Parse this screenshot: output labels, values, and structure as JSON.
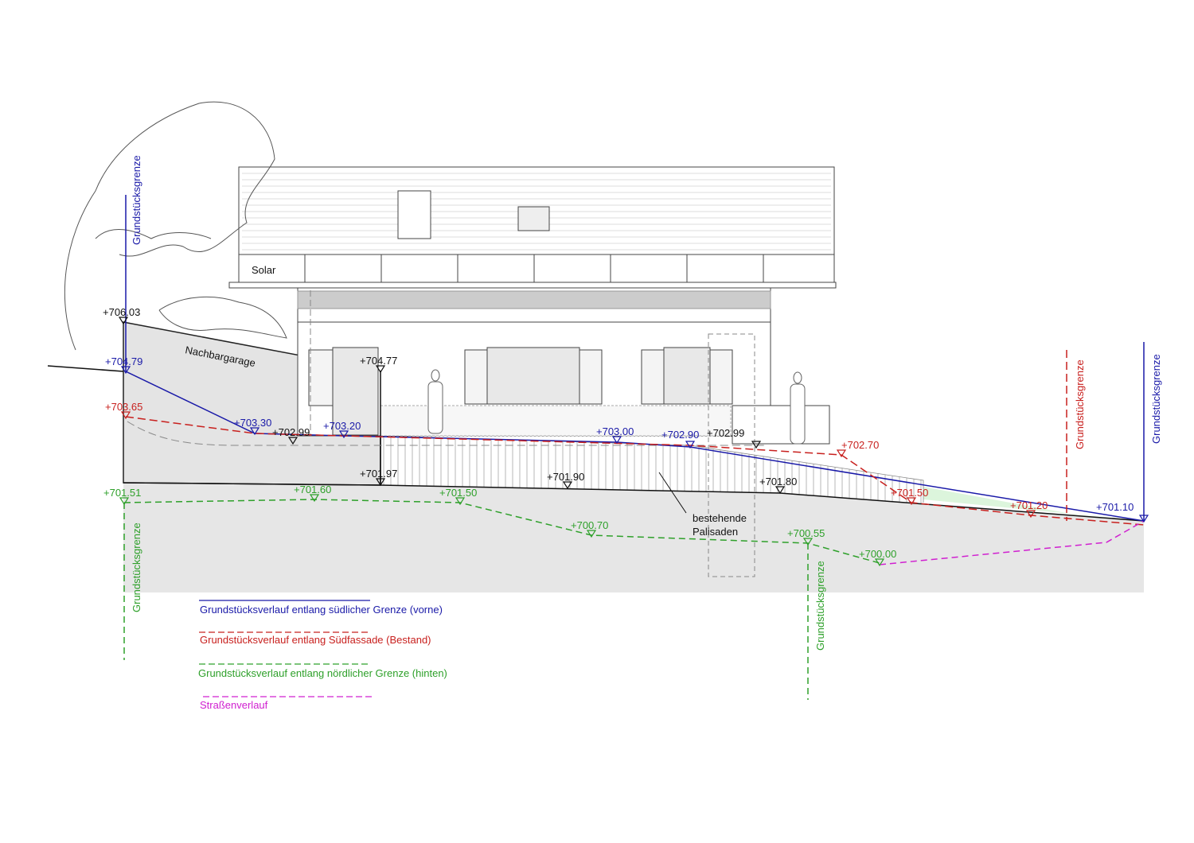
{
  "title_labels": {
    "solar": "Solar",
    "garage": "Nachbargarage",
    "palisades_line1": "bestehende",
    "palisades_line2": "Palisaden",
    "boundary": "Grundstücksgrenze"
  },
  "elevations": {
    "black": [
      "+706.03",
      "+704.77",
      "+702.99",
      "+702.99",
      "+701.97",
      "+701.90",
      "+701.80"
    ],
    "blue": [
      "+704.79",
      "+703.30",
      "+703.20",
      "+703.00",
      "+702.90",
      "+701.10"
    ],
    "red": [
      "+703.65",
      "+702.70",
      "+701.50",
      "+701.20"
    ],
    "green": [
      "+701.51",
      "+701.60",
      "+701.50",
      "+700.70",
      "+700.55",
      "+700.00"
    ]
  },
  "legend": [
    {
      "label": "Grundstücksverlauf entlang südlicher Grenze (vorne)",
      "color": "#1a1aa8",
      "style": "solid"
    },
    {
      "label": "Grundstücksverlauf entlang Südfassade (Bestand)",
      "color": "#c8201e",
      "style": "dashed"
    },
    {
      "label": "Grundstücksverlauf entlang nördlicher Grenze (hinten)",
      "color": "#2ea02a",
      "style": "dashed"
    },
    {
      "label": "Straßenverlauf",
      "color": "#d020d0",
      "style": "dashed"
    }
  ]
}
